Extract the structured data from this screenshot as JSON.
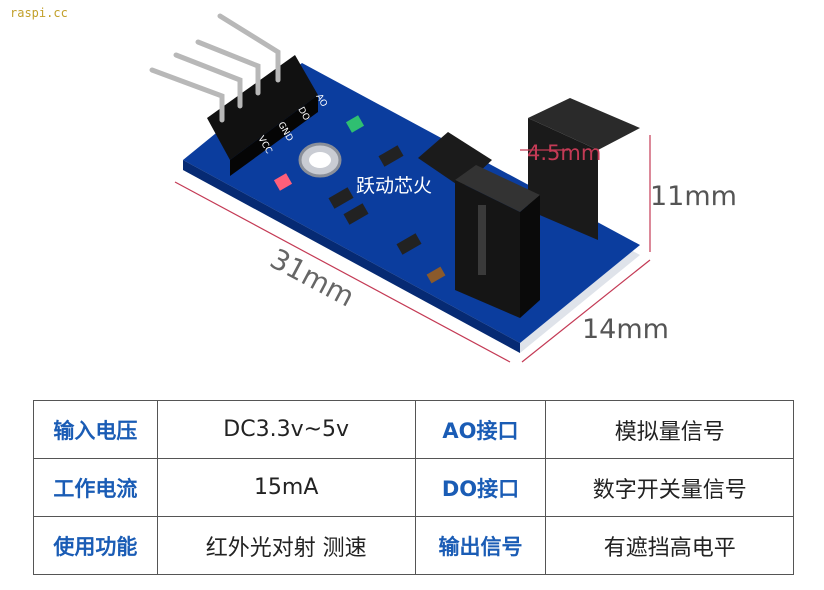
{
  "watermark": "raspi.cc",
  "photo": {
    "board_label": "跃动芯火",
    "pin_labels": [
      "AO",
      "DO",
      "GND",
      "VCC"
    ],
    "colors": {
      "pcb": "#0b3d9e",
      "pcb_edge": "#062a73",
      "sensor": "#1a1a1a",
      "header": "#111111",
      "pin": "#b8b8b8"
    }
  },
  "dimensions": {
    "length": "31mm",
    "width": "14mm",
    "height": "11mm",
    "slot": "4.5mm"
  },
  "table": {
    "rows": [
      {
        "label1": "输入电压",
        "value1": "DC3.3v~5v",
        "label2": "AO接口",
        "value2": "模拟量信号"
      },
      {
        "label1": "工作电流",
        "value1": "15mA",
        "label2": "DO接口",
        "value2": "数字开关量信号"
      },
      {
        "label1": "使用功能",
        "value1": "红外光对射 测速",
        "label2": "输出信号",
        "value2": "有遮挡高电平"
      }
    ],
    "colors": {
      "header_text": "#1a5cb5",
      "value_text": "#222222",
      "border": "#555555"
    }
  }
}
